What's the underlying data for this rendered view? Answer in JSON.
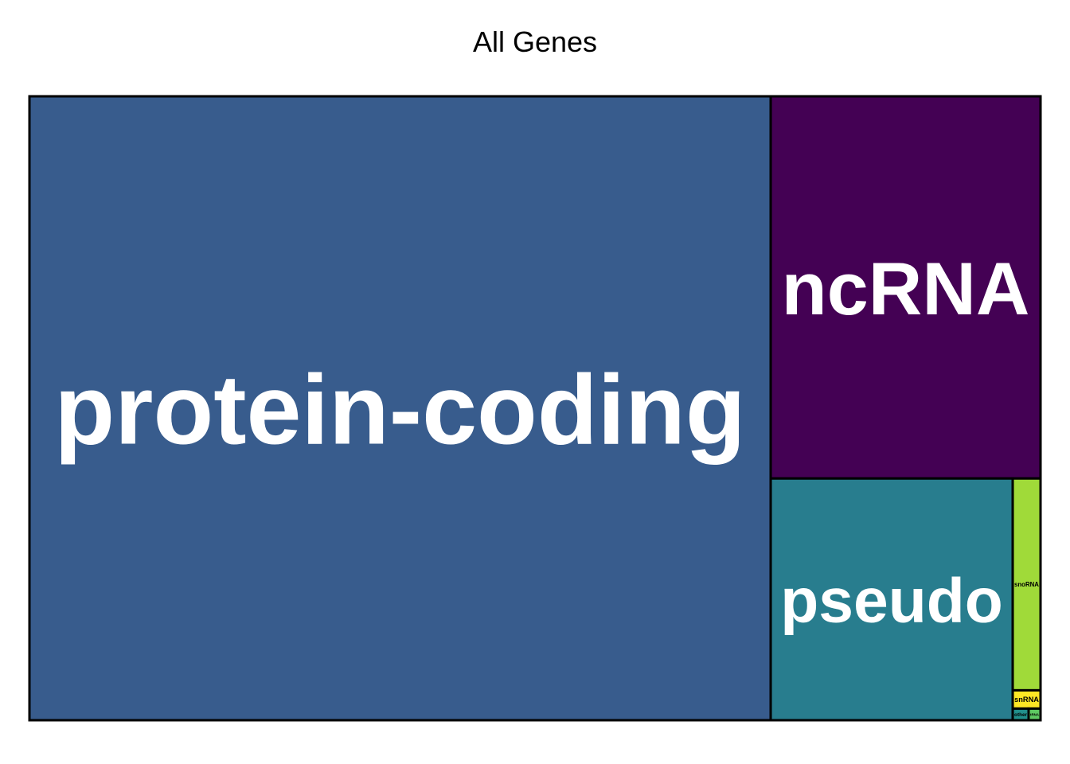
{
  "chart_data": {
    "type": "treemap",
    "title": "All Genes",
    "items": [
      {
        "name": "protein-coding",
        "value": 20000,
        "color": "#385c8d",
        "text_color": "#ffffff"
      },
      {
        "name": "ncRNA",
        "value": 4460,
        "color": "#440154",
        "text_color": "#ffffff"
      },
      {
        "name": "pseudo",
        "value": 2530,
        "color": "#287d8e",
        "text_color": "#ffffff"
      },
      {
        "name": "snoRNA",
        "value": 255,
        "color": "#a0da39",
        "text_color": "#000000"
      },
      {
        "name": "snRNA",
        "value": 22,
        "color": "#fde725",
        "text_color": "#000000"
      },
      {
        "name": "other",
        "value": 8,
        "color": "#21908c",
        "text_color": "#000000"
      },
      {
        "name": "tRNA",
        "value": 6,
        "color": "#5ec962",
        "text_color": "#000000"
      }
    ]
  }
}
